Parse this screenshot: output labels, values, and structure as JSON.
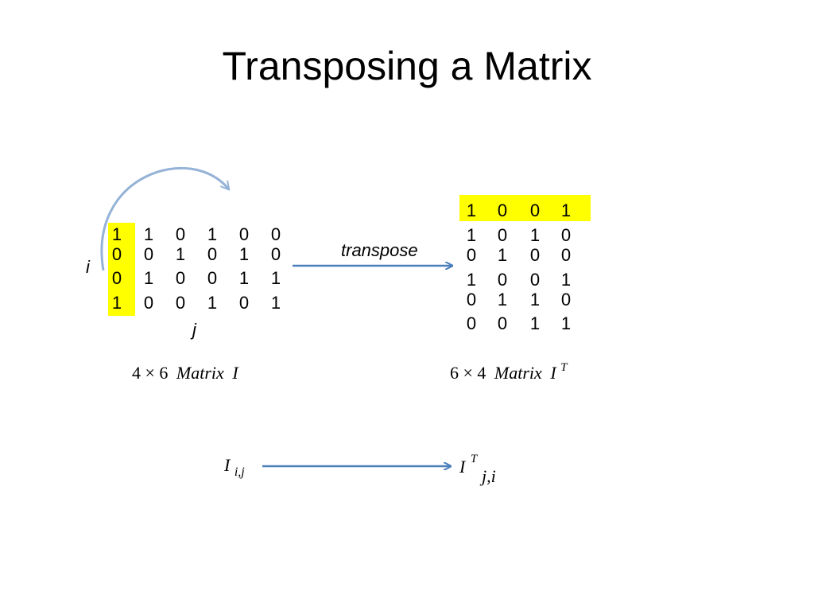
{
  "slide": {
    "title": "Transposing a Matrix"
  },
  "matrix_i": {
    "rows": [
      [
        "1",
        "1",
        "0",
        "1",
        "0",
        "0"
      ],
      [
        "0",
        "0",
        "1",
        "0",
        "1",
        "0"
      ],
      [
        "0",
        "1",
        "0",
        "0",
        "1",
        "1"
      ],
      [
        "1",
        "0",
        "0",
        "1",
        "0",
        "1"
      ]
    ],
    "row_label": "i",
    "col_label": "j",
    "caption_dims": "4 × 6",
    "caption_word": "Matrix",
    "caption_name": "I",
    "highlight_color": "#ffff00"
  },
  "matrix_it": {
    "rows": [
      [
        "1",
        "0",
        "0",
        "1"
      ],
      [
        "1",
        "0",
        "1",
        "0"
      ],
      [
        "0",
        "1",
        "0",
        "0"
      ],
      [
        "1",
        "0",
        "0",
        "1"
      ],
      [
        "0",
        "1",
        "1",
        "0"
      ],
      [
        "0",
        "0",
        "1",
        "1"
      ]
    ],
    "caption_dims": "6 × 4",
    "caption_word": "Matrix",
    "caption_name": "I",
    "caption_sup": "T",
    "highlight_color": "#ffff00"
  },
  "transpose_arrow": {
    "label": "transpose",
    "color": "#4a7ebb"
  },
  "curved_arrow": {
    "color": "#95b3d7"
  },
  "index_mapping": {
    "from_base": "I",
    "from_sub": "i,j",
    "to_base": "I",
    "to_sup": "T",
    "to_sub": "j,i"
  }
}
